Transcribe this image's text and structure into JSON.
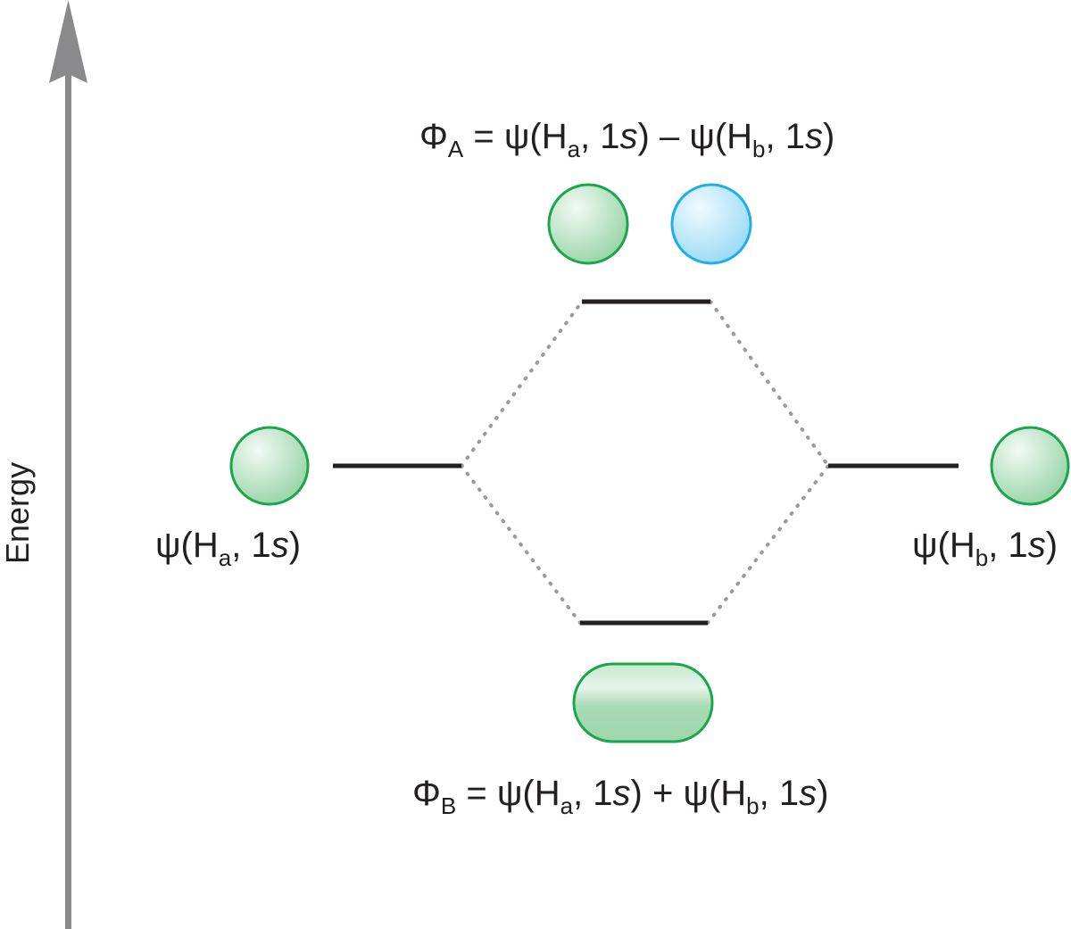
{
  "axis": {
    "label": "Energy"
  },
  "mo_antibonding": {
    "phi": "Φ",
    "phi_sub": "A",
    "eq": " = ψ(H",
    "t1_sub": "a",
    "t1_mid": ", 1",
    "t1_s": "s",
    "op": ") –  ψ(H",
    "t2_sub": "b",
    "t2_mid": ", 1",
    "t2_s": "s",
    "close": ")"
  },
  "mo_bonding": {
    "phi": "Φ",
    "phi_sub": "B",
    "eq": " = ψ(H",
    "t1_sub": "a",
    "t1_mid": ", 1",
    "t1_s": "s",
    "op": ") +  ψ(H",
    "t2_sub": "b",
    "t2_mid": ", 1",
    "t2_s": "s",
    "close": ")"
  },
  "ao_left": {
    "pre": "ψ(H",
    "sub": "a",
    "mid": ", 1",
    "s": "s",
    "close": ")"
  },
  "ao_right": {
    "pre": "ψ(H",
    "sub": "b",
    "mid": ", 1",
    "s": "s",
    "close": ")"
  },
  "colors": {
    "phase_positive": "#9ed6ad",
    "phase_positive_stroke": "#1aa64a",
    "phase_negative": "#9fdcf6",
    "phase_negative_stroke": "#1eaee8",
    "axis": "#8a8a8c",
    "level": "#231f20",
    "connector": "#9a9a9a"
  }
}
